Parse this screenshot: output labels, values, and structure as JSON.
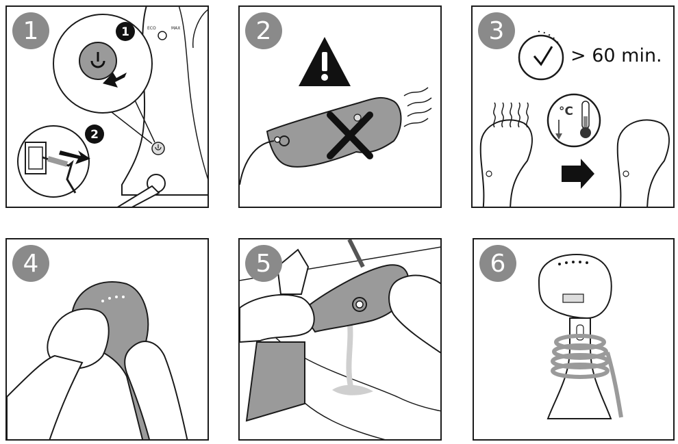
{
  "colors": {
    "line": "#1a1a1a",
    "device_gray": "#9a9a9a",
    "badge_gray": "#8a8a8a",
    "dark": "#111111",
    "water": "#cfcfcf"
  },
  "steps": [
    {
      "number": "1",
      "sub_badges": [
        "1",
        "2"
      ],
      "labels": {
        "eco": "ECO",
        "max": "MAX"
      },
      "icons": [
        "power-icon",
        "plug-icon"
      ]
    },
    {
      "number": "2",
      "icons": [
        "warning-icon",
        "cross-icon"
      ]
    },
    {
      "number": "3",
      "cooldown_text": "> 60 min.",
      "temp_unit": "°C",
      "icons": [
        "clock-icon",
        "thermometer-icon",
        "arrow-right-icon"
      ]
    },
    {
      "number": "4",
      "icons": [
        "cloth-icon"
      ]
    },
    {
      "number": "5",
      "icons": [
        "water-drain-icon"
      ]
    },
    {
      "number": "6",
      "icons": [
        "cord-wrap-icon"
      ]
    }
  ]
}
